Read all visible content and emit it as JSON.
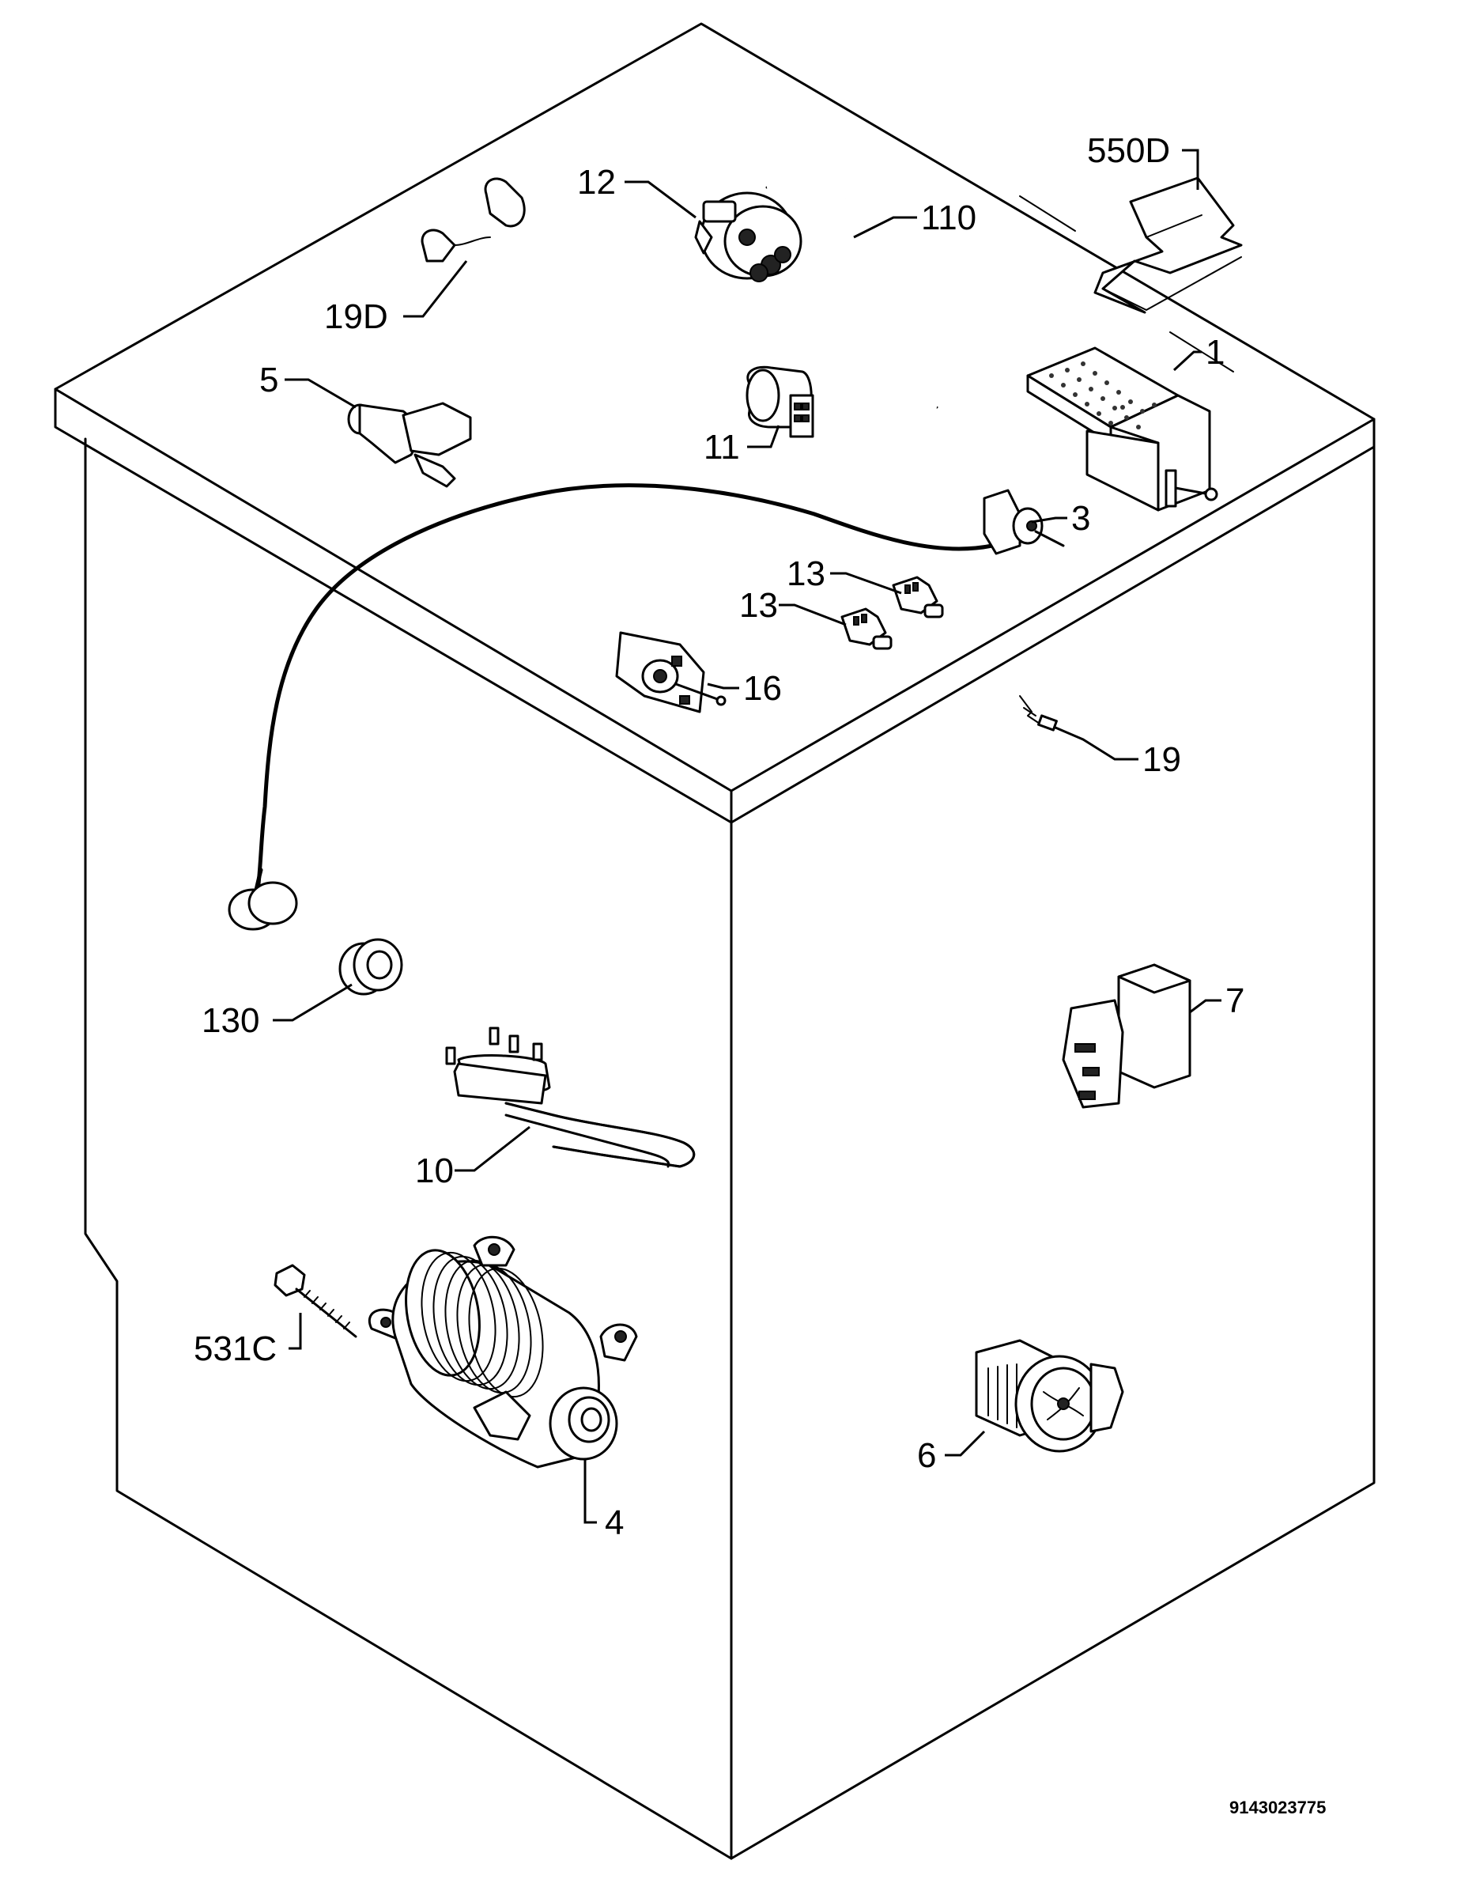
{
  "diagram": {
    "document_number": "9143023775",
    "callouts": [
      {
        "id": "550D",
        "label": "550D"
      },
      {
        "id": "12",
        "label": "12"
      },
      {
        "id": "110",
        "label": "110"
      },
      {
        "id": "19D",
        "label": "19D"
      },
      {
        "id": "1",
        "label": "1"
      },
      {
        "id": "5",
        "label": "5"
      },
      {
        "id": "11",
        "label": "11"
      },
      {
        "id": "3",
        "label": "3"
      },
      {
        "id": "13a",
        "label": "13"
      },
      {
        "id": "13b",
        "label": "13"
      },
      {
        "id": "16",
        "label": "16"
      },
      {
        "id": "19",
        "label": "19"
      },
      {
        "id": "130",
        "label": "130"
      },
      {
        "id": "7",
        "label": "7"
      },
      {
        "id": "10",
        "label": "10"
      },
      {
        "id": "531C",
        "label": "531C"
      },
      {
        "id": "4",
        "label": "4"
      },
      {
        "id": "6",
        "label": "6"
      }
    ]
  }
}
